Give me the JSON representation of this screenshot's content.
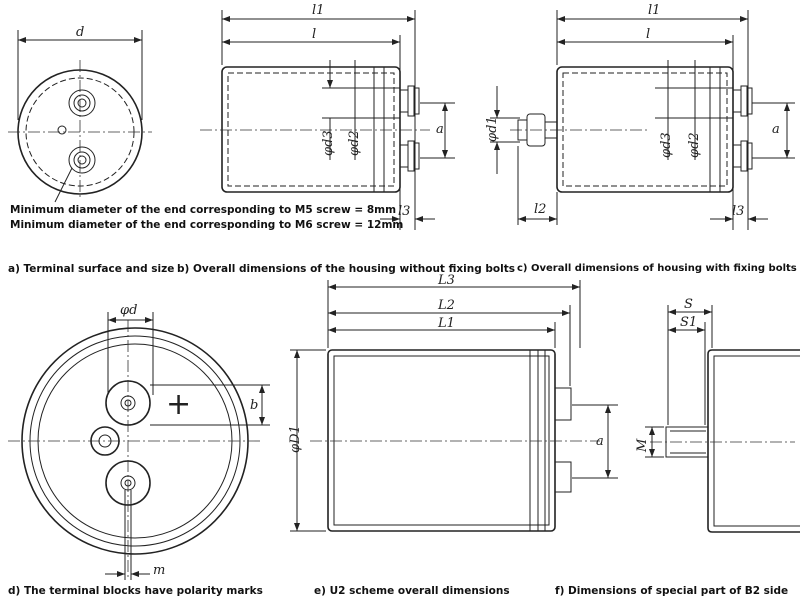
{
  "notes": {
    "m5": "Minimum diameter of the end corresponding to M5 screw = 8mm",
    "m6": "Minimum diameter of the end corresponding to M6 screw = 12mm"
  },
  "captions": {
    "a": "a) Terminal surface and size",
    "b": "b) Overall dimensions of the housing without fixing bolts",
    "c": "c) Overall dimensions of housing with fixing bolts",
    "d": "d) The terminal blocks have polarity marks",
    "e": "e) U2 scheme overall dimensions",
    "f": "f) Dimensions of special part of B2 side"
  },
  "labels": {
    "d": "d",
    "l1": "l1",
    "l": "l",
    "l2": "l2",
    "l3": "l3",
    "a": "a",
    "phi_d1": "φd1",
    "phi_d2": "φd2",
    "phi_d3": "φd3",
    "phi_d": "φd",
    "b": "b",
    "m": "m",
    "plus": "+",
    "L1": "L1",
    "L2": "L2",
    "L3": "L3",
    "phi_D1": "φD1",
    "S": "S",
    "S1": "S1",
    "M": "M"
  }
}
